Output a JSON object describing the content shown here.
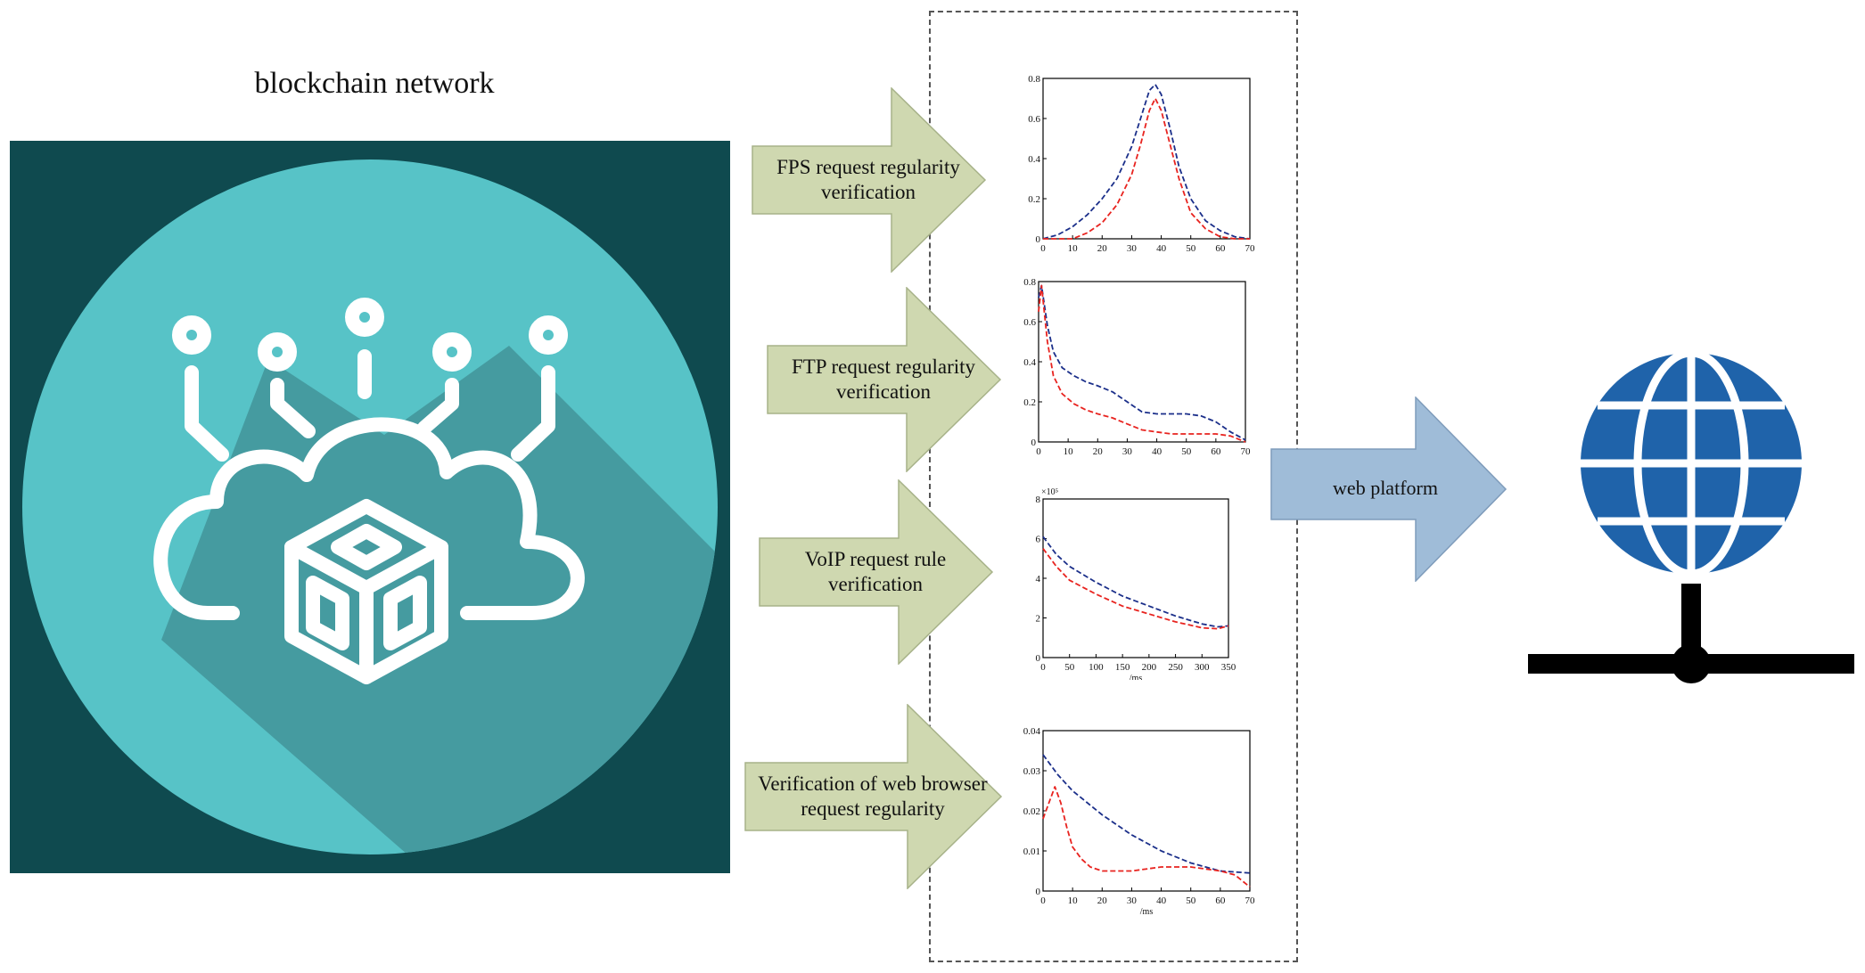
{
  "title": "blockchain network",
  "colors": {
    "panel_bg": "#0f4a4f",
    "circle": "#57c3c7",
    "shadow": "#459ba0",
    "icon_white": "#ffffff",
    "green_arrow": "#cfd8b0",
    "green_arrow_stroke": "#a7b289",
    "blue_arrow": "#9fbcd8",
    "blue_arrow_stroke": "#7f9cbb",
    "globe_blue": "#1f63aa",
    "series_blue": "#1b2f8a",
    "series_red": "#e8231f"
  },
  "verifications": [
    {
      "label": "FPS request regularity verification"
    },
    {
      "label": "FTP request regularity verification"
    },
    {
      "label": "VoIP request rule verification"
    },
    {
      "label": "Verification of web browser request regularity"
    }
  ],
  "platform_label": "web platform",
  "chart_data": [
    {
      "type": "line",
      "xlim": [
        0,
        70
      ],
      "ylim": [
        0,
        0.8
      ],
      "xticks": [
        "0",
        "10",
        "20",
        "30",
        "40",
        "50",
        "60",
        "70"
      ],
      "yticks": [
        "0",
        "0.2",
        "0.4",
        "0.6",
        "0.8"
      ],
      "xlabel": "",
      "yexp": "",
      "series": [
        {
          "color": "#1b2f8a",
          "x": [
            0,
            5,
            10,
            15,
            20,
            25,
            30,
            33,
            36,
            38,
            40,
            43,
            46,
            50,
            55,
            60,
            65,
            70
          ],
          "y": [
            0.0,
            0.02,
            0.06,
            0.12,
            0.2,
            0.3,
            0.46,
            0.6,
            0.74,
            0.77,
            0.72,
            0.55,
            0.36,
            0.2,
            0.09,
            0.04,
            0.01,
            0.0
          ]
        },
        {
          "color": "#e8231f",
          "x": [
            0,
            10,
            15,
            20,
            25,
            30,
            33,
            36,
            38,
            40,
            43,
            46,
            50,
            55,
            60,
            65,
            70
          ],
          "y": [
            0.0,
            0.0,
            0.03,
            0.08,
            0.17,
            0.32,
            0.47,
            0.64,
            0.7,
            0.64,
            0.47,
            0.3,
            0.13,
            0.05,
            0.01,
            0.0,
            0.0
          ]
        }
      ]
    },
    {
      "type": "line",
      "xlim": [
        0,
        70
      ],
      "ylim": [
        0,
        0.8
      ],
      "xticks": [
        "0",
        "10",
        "20",
        "30",
        "40",
        "50",
        "60",
        "70"
      ],
      "yticks": [
        "0",
        "0.2",
        "0.4",
        "0.6",
        "0.8"
      ],
      "xlabel": "",
      "yexp": "",
      "series": [
        {
          "color": "#1b2f8a",
          "x": [
            0,
            1,
            3,
            5,
            8,
            12,
            16,
            20,
            25,
            30,
            35,
            40,
            45,
            50,
            55,
            60,
            65,
            70
          ],
          "y": [
            0.72,
            0.78,
            0.58,
            0.45,
            0.37,
            0.33,
            0.3,
            0.28,
            0.25,
            0.2,
            0.15,
            0.14,
            0.14,
            0.14,
            0.13,
            0.1,
            0.05,
            0.01
          ]
        },
        {
          "color": "#e8231f",
          "x": [
            0,
            1,
            3,
            5,
            8,
            12,
            16,
            20,
            25,
            30,
            35,
            40,
            45,
            50,
            55,
            60,
            65,
            70
          ],
          "y": [
            0.65,
            0.78,
            0.5,
            0.33,
            0.24,
            0.19,
            0.16,
            0.14,
            0.12,
            0.09,
            0.06,
            0.05,
            0.04,
            0.04,
            0.04,
            0.04,
            0.03,
            0.0
          ]
        }
      ]
    },
    {
      "type": "line",
      "xlim": [
        0,
        350
      ],
      "ylim": [
        0,
        8
      ],
      "xticks": [
        "0",
        "50",
        "100",
        "150",
        "200",
        "250",
        "300",
        "350"
      ],
      "yticks": [
        "0",
        "2",
        "4",
        "6",
        "8"
      ],
      "xlabel": "/ms",
      "yexp": "×10⁵",
      "series": [
        {
          "color": "#1b2f8a",
          "x": [
            0,
            25,
            50,
            100,
            150,
            200,
            250,
            300,
            330,
            350
          ],
          "y": [
            6.1,
            5.2,
            4.6,
            3.8,
            3.1,
            2.6,
            2.1,
            1.7,
            1.55,
            1.6
          ]
        },
        {
          "color": "#e8231f",
          "x": [
            0,
            25,
            50,
            100,
            150,
            200,
            250,
            300,
            330,
            350
          ],
          "y": [
            5.5,
            4.6,
            3.9,
            3.2,
            2.6,
            2.2,
            1.8,
            1.5,
            1.45,
            1.6
          ]
        }
      ]
    },
    {
      "type": "line",
      "xlim": [
        0,
        70
      ],
      "ylim": [
        0,
        0.04
      ],
      "xticks": [
        "0",
        "10",
        "20",
        "30",
        "40",
        "50",
        "60",
        "70"
      ],
      "yticks": [
        "0",
        "0.01",
        "0.02",
        "0.03",
        "0.04"
      ],
      "xlabel": "/ms",
      "yexp": "",
      "series": [
        {
          "color": "#1b2f8a",
          "x": [
            0,
            5,
            10,
            20,
            30,
            40,
            50,
            60,
            70
          ],
          "y": [
            0.034,
            0.029,
            0.025,
            0.019,
            0.014,
            0.01,
            0.007,
            0.005,
            0.0045
          ]
        },
        {
          "color": "#e8231f",
          "x": [
            0,
            2,
            4,
            6,
            8,
            10,
            13,
            16,
            20,
            25,
            30,
            40,
            50,
            60,
            65,
            70
          ],
          "y": [
            0.018,
            0.022,
            0.026,
            0.022,
            0.016,
            0.011,
            0.008,
            0.006,
            0.005,
            0.005,
            0.005,
            0.006,
            0.006,
            0.005,
            0.004,
            0.001
          ]
        }
      ]
    }
  ]
}
